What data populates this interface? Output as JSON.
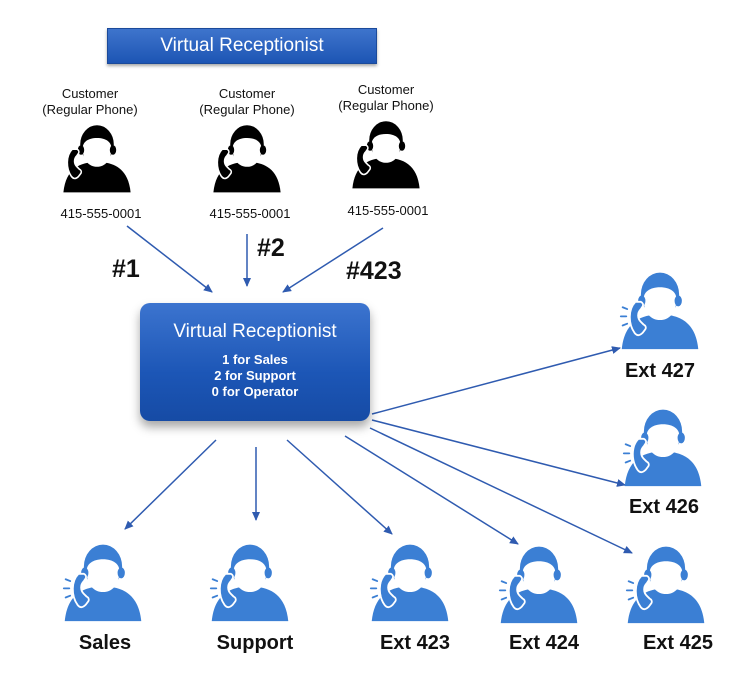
{
  "title": "Virtual Receptionist",
  "customers": [
    {
      "label_line1": "Customer",
      "label_line2": "(Regular Phone)",
      "phone": "415-555-0001",
      "dial": "#1"
    },
    {
      "label_line1": "Customer",
      "label_line2": "(Regular Phone)",
      "phone": "415-555-0001",
      "dial": "#2"
    },
    {
      "label_line1": "Customer",
      "label_line2": "(Regular Phone)",
      "phone": "415-555-0001",
      "dial": "#423"
    }
  ],
  "receptionist": {
    "title": "Virtual Receptionist",
    "options": [
      "1 for Sales",
      "2 for Support",
      "0 for Operator"
    ]
  },
  "destinations": {
    "sales": "Sales",
    "support": "Support",
    "ext423": "Ext 423",
    "ext424": "Ext 424",
    "ext425": "Ext 425",
    "ext426": "Ext 426",
    "ext427": "Ext 427"
  },
  "colors": {
    "customer_icon": "#000000",
    "agent_icon": "#3b7fd4",
    "box": "#1e58b8",
    "arrow": "#2f5bb0"
  },
  "icons": {
    "customer": "caller-with-handset-icon",
    "agent": "agent-with-ringing-phone-icon"
  }
}
